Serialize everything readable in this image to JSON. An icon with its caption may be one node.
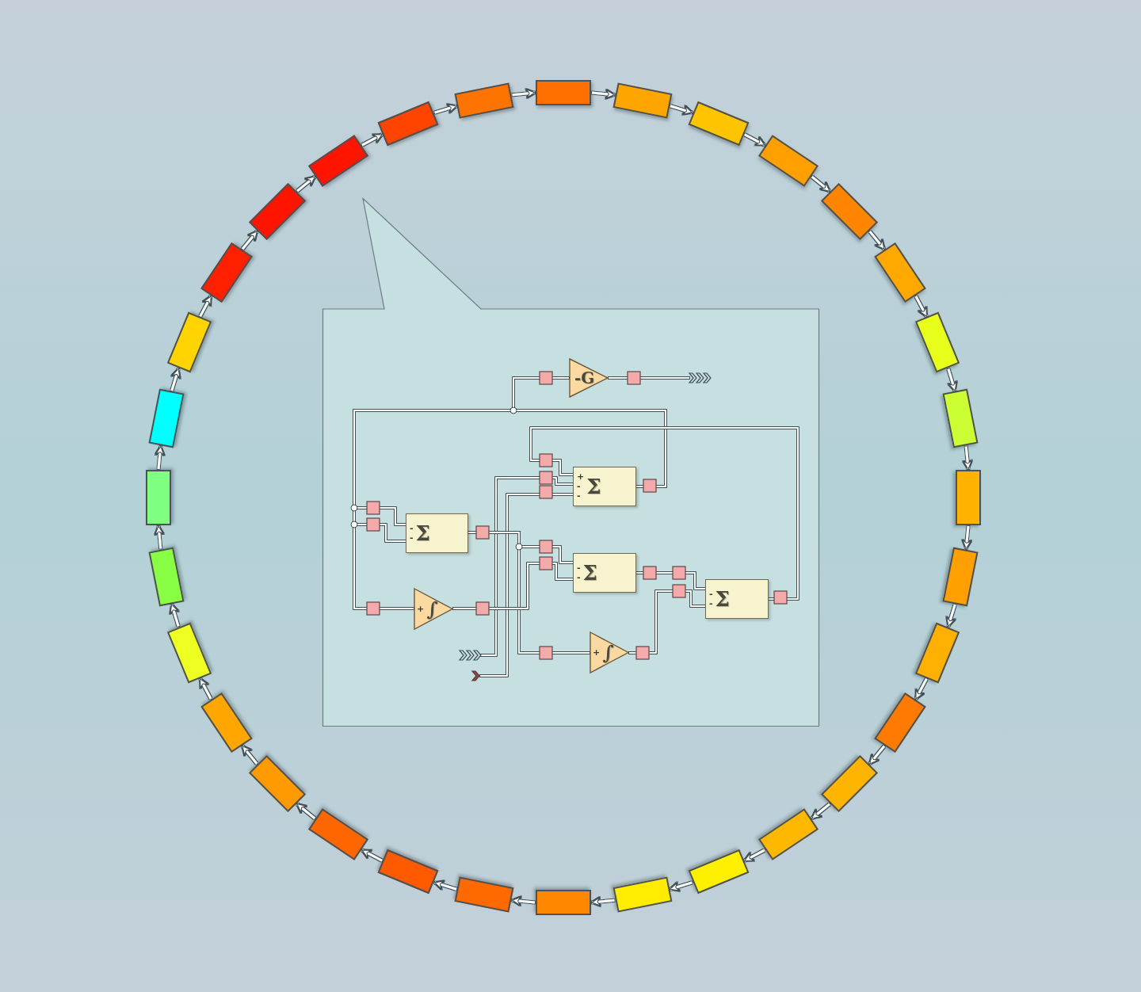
{
  "diagram": {
    "nodes": [
      {
        "text": [],
        "shape": "box"
      },
      {
        "text": [],
        "shape": "box"
      },
      {
        "text": [],
        "shape": "box"
      },
      {
        "text": [],
        "shape": "box"
      },
      {
        "text": [],
        "shape": "box"
      },
      {
        "text": [],
        "shape": "box"
      },
      {
        "text": [],
        "shape": "box"
      },
      {
        "text": [],
        "shape": "box"
      },
      {
        "text": [],
        "shape": "box"
      },
      {
        "text": [],
        "shape": "box"
      },
      {
        "text": [],
        "shape": "box"
      },
      {
        "text": [],
        "shape": "box"
      },
      {
        "text": [],
        "shape": "box"
      },
      {
        "text": [],
        "shape": "box"
      },
      {
        "text": [],
        "shape": "box"
      },
      {
        "text": [],
        "shape": "box"
      },
      {
        "text": [],
        "shape": "box"
      },
      {
        "text": [],
        "shape": "box"
      },
      {
        "text": [],
        "shape": "box"
      },
      {
        "text": [],
        "shape": "box"
      },
      {
        "text": [],
        "shape": "box"
      },
      {
        "text": [],
        "shape": "box"
      },
      {
        "text": [],
        "shape": "box"
      },
      {
        "text": [],
        "shape": "box"
      },
      {
        "text": [],
        "shape": "box"
      },
      {
        "text": [],
        "shape": "box"
      },
      {
        "text": [],
        "shape": "box"
      },
      {
        "text": [],
        "shape": "box"
      },
      {
        "text": [],
        "shape": "box"
      },
      {
        "text": [],
        "shape": "box"
      },
      {
        "text": [],
        "shape": "box"
      },
      {
        "text": [],
        "shape": "box"
      },
      {
        "text": [],
        "shape": "callout"
      },
      {
        "text": [
          "-G"
        ],
        "in": 32
      },
      {
        "text": [
          "+",
          "-",
          "-",
          "Σ"
        ],
        "in": 32
      },
      {
        "text": [
          "-",
          "-",
          "Σ"
        ],
        "in": 32
      },
      {
        "text": [
          "-",
          "-",
          "Σ"
        ],
        "in": 32
      },
      {
        "text": [
          "+",
          "∫"
        ],
        "in": 32
      },
      {
        "text": [
          "-",
          "-",
          "Σ"
        ],
        "in": 32
      },
      {
        "text": [
          "+",
          "∫"
        ],
        "in": 32
      },
      {
        "text": [],
        "shape": "chevron",
        "in": 32
      },
      {
        "text": [],
        "shape": "chevron",
        "in": 32
      },
      {
        "text": [],
        "shape": "chevron",
        "in": 32
      }
    ],
    "edges": [
      {
        "from": 0,
        "to": 1,
        "arrow": "to"
      },
      {
        "from": 1,
        "to": 2,
        "arrow": "to"
      },
      {
        "from": 2,
        "to": 3,
        "arrow": "to"
      },
      {
        "from": 3,
        "to": 4,
        "arrow": "to"
      },
      {
        "from": 4,
        "to": 5,
        "arrow": "to"
      },
      {
        "from": 5,
        "to": 6,
        "arrow": "to"
      },
      {
        "from": 6,
        "to": 7,
        "arrow": "to"
      },
      {
        "from": 7,
        "to": 8,
        "arrow": "to"
      },
      {
        "from": 8,
        "to": 9,
        "arrow": "to"
      },
      {
        "from": 9,
        "to": 10,
        "arrow": "to"
      },
      {
        "from": 10,
        "to": 11,
        "arrow": "to"
      },
      {
        "from": 11,
        "to": 12,
        "arrow": "to"
      },
      {
        "from": 12,
        "to": 13,
        "arrow": "to"
      },
      {
        "from": 13,
        "to": 14,
        "arrow": "to"
      },
      {
        "from": 14,
        "to": 15,
        "arrow": "to"
      },
      {
        "from": 15,
        "to": 16,
        "arrow": "to"
      },
      {
        "from": 16,
        "to": 17,
        "arrow": "to"
      },
      {
        "from": 17,
        "to": 18,
        "arrow": "to"
      },
      {
        "from": 18,
        "to": 19,
        "arrow": "to"
      },
      {
        "from": 19,
        "to": 20,
        "arrow": "to"
      },
      {
        "from": 20,
        "to": 21,
        "arrow": "to"
      },
      {
        "from": 21,
        "to": 22,
        "arrow": "to"
      },
      {
        "from": 22,
        "to": 23,
        "arrow": "to"
      },
      {
        "from": 23,
        "to": 24,
        "arrow": "to"
      },
      {
        "from": 24,
        "to": 25,
        "arrow": "to"
      },
      {
        "from": 25,
        "to": 26,
        "arrow": "to"
      },
      {
        "from": 26,
        "to": 27,
        "arrow": "to"
      },
      {
        "from": 27,
        "to": 28,
        "arrow": "to"
      },
      {
        "from": 28,
        "to": 29,
        "arrow": "to"
      },
      {
        "from": 29,
        "to": 30,
        "arrow": "to"
      },
      {
        "from": 30,
        "to": 31,
        "arrow": "to"
      },
      {
        "from": 31,
        "to": 0,
        "arrow": "to"
      },
      {
        "from": 34,
        "to": 33,
        "arrow": "none"
      },
      {
        "from": 34,
        "to": 35,
        "arrow": "none"
      },
      {
        "from": 34,
        "to": 35,
        "arrow": "none"
      },
      {
        "from": 34,
        "to": 37,
        "arrow": "none"
      },
      {
        "from": 38,
        "to": 34,
        "arrow": "none"
      },
      {
        "from": 41,
        "to": 34,
        "arrow": "none"
      },
      {
        "from": 42,
        "to": 34,
        "arrow": "none"
      },
      {
        "from": 35,
        "to": 36,
        "arrow": "none"
      },
      {
        "from": 35,
        "to": 39,
        "arrow": "none"
      },
      {
        "from": 37,
        "to": 36,
        "arrow": "none"
      },
      {
        "from": 36,
        "to": 38,
        "arrow": "none"
      },
      {
        "from": 39,
        "to": 38,
        "arrow": "none"
      },
      {
        "from": 33,
        "to": 40,
        "arrow": "none"
      }
    ]
  }
}
